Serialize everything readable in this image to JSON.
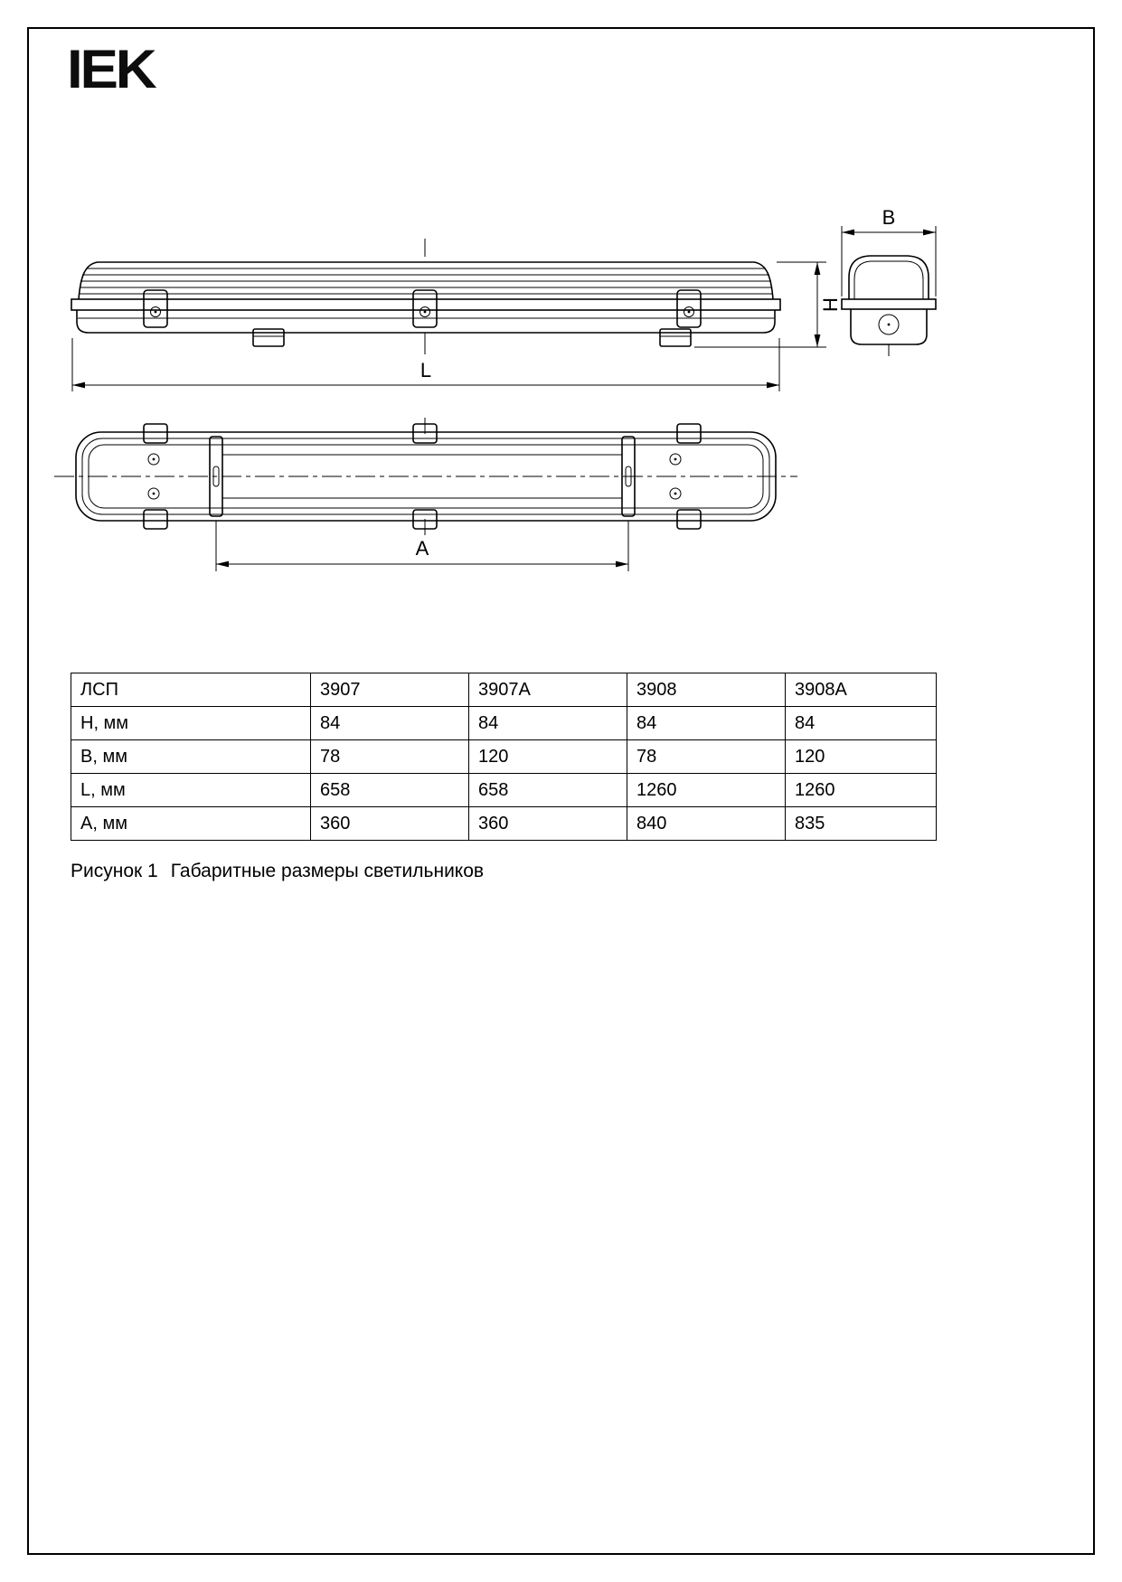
{
  "logo": {
    "text": "IEK"
  },
  "drawing": {
    "dim_L": "L",
    "dim_H": "H",
    "dim_B": "B",
    "dim_A": "A"
  },
  "table": {
    "rows": [
      [
        "ЛСП",
        "3907",
        "3907А",
        "3908",
        "3908А"
      ],
      [
        "Н, мм",
        "84",
        "84",
        "84",
        "84"
      ],
      [
        "В, мм",
        "78",
        "120",
        "78",
        "120"
      ],
      [
        "L, мм",
        "658",
        "658",
        "1260",
        "1260"
      ],
      [
        "А, мм",
        "360",
        "360",
        "840",
        "835"
      ]
    ]
  },
  "caption": {
    "label": "Рисунок 1",
    "text": "Габаритные размеры светильников"
  }
}
